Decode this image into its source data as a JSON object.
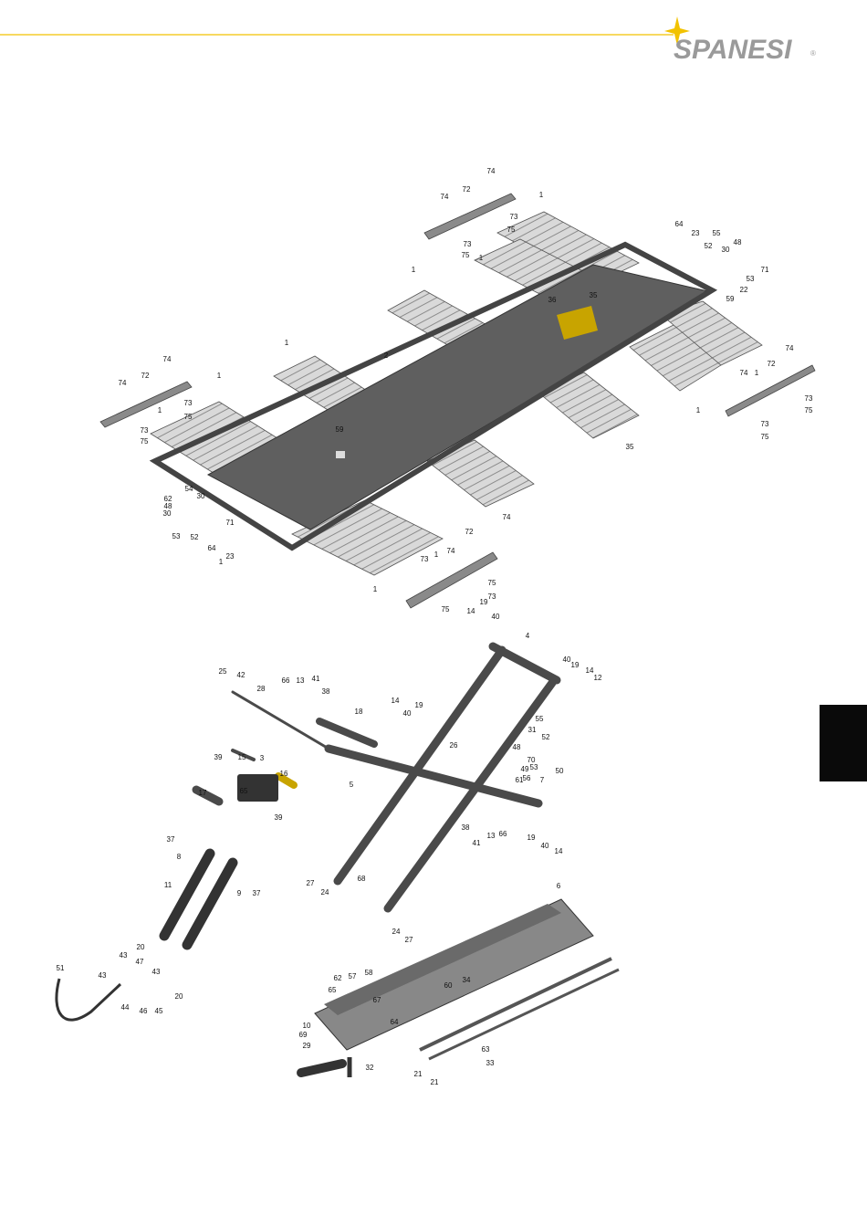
{
  "brand": {
    "name": "SPANESI",
    "registered": "®"
  },
  "colors": {
    "accent": "#f2c200",
    "brand_gray": "#9a9a9a",
    "side_tab": "#0a0a0a",
    "part_dark": "#5c5c5c"
  },
  "labels": {
    "platform": [
      "74",
      "72",
      "74",
      "73",
      "75",
      "73",
      "75",
      "1",
      "1",
      "1",
      "64",
      "23",
      "52",
      "55",
      "30",
      "48",
      "71",
      "53",
      "22",
      "59",
      "36",
      "35",
      "1",
      "2",
      "74",
      "72",
      "74",
      "73",
      "75",
      "73",
      "75",
      "1",
      "1",
      "74",
      "1",
      "74",
      "72",
      "73",
      "75",
      "73",
      "75",
      "1",
      "35",
      "59",
      "54",
      "30",
      "62",
      "48",
      "30",
      "71",
      "53",
      "52",
      "64",
      "23",
      "1",
      "1",
      "1",
      "74",
      "72",
      "74",
      "73",
      "75",
      "73",
      "75"
    ],
    "scissor": [
      "14",
      "19",
      "40",
      "4",
      "40",
      "19",
      "14",
      "12",
      "25",
      "42",
      "28",
      "66",
      "13",
      "41",
      "38",
      "18",
      "14",
      "40",
      "19",
      "26",
      "55",
      "31",
      "52",
      "48",
      "53",
      "50",
      "70",
      "49",
      "61",
      "56",
      "7",
      "5",
      "16",
      "3",
      "15",
      "39",
      "17",
      "65",
      "39",
      "37",
      "8",
      "9",
      "37",
      "11",
      "27",
      "24",
      "68",
      "38",
      "13",
      "66",
      "41",
      "19",
      "40",
      "14",
      "24",
      "27"
    ],
    "base": [
      "6",
      "20",
      "43",
      "47",
      "43",
      "43",
      "44",
      "46",
      "45",
      "20",
      "51",
      "57",
      "58",
      "62",
      "65",
      "67",
      "60",
      "34",
      "10",
      "69",
      "64",
      "29",
      "32",
      "63",
      "33",
      "21",
      "21"
    ]
  }
}
